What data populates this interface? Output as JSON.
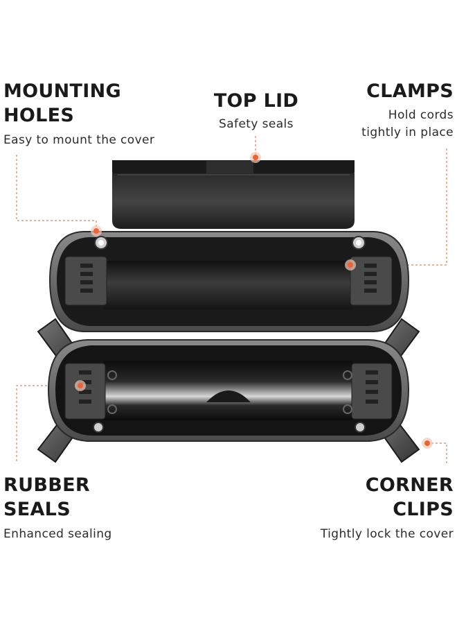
{
  "callouts": {
    "mounting_holes": {
      "title": "MOUNTING\nHOLES",
      "subtitle": "Easy to mount the cover"
    },
    "top_lid": {
      "title": "TOP LID",
      "subtitle": "Safety seals"
    },
    "clamps": {
      "title": "CLAMPS",
      "subtitle": "Hold cords\ntightly in place"
    },
    "rubber_seals": {
      "title": "RUBBER\nSEALS",
      "subtitle": "Enhanced sealing"
    },
    "corner_clips": {
      "title": "CORNER\nCLIPS",
      "subtitle": "Tightly lock the cover"
    }
  },
  "colors": {
    "accent_dot": "#e8643a",
    "leader_line": "#c96a4a",
    "product_dark": "#1c1c1c",
    "product_mid": "#3a3a3a",
    "product_light": "#6a6a6a"
  }
}
